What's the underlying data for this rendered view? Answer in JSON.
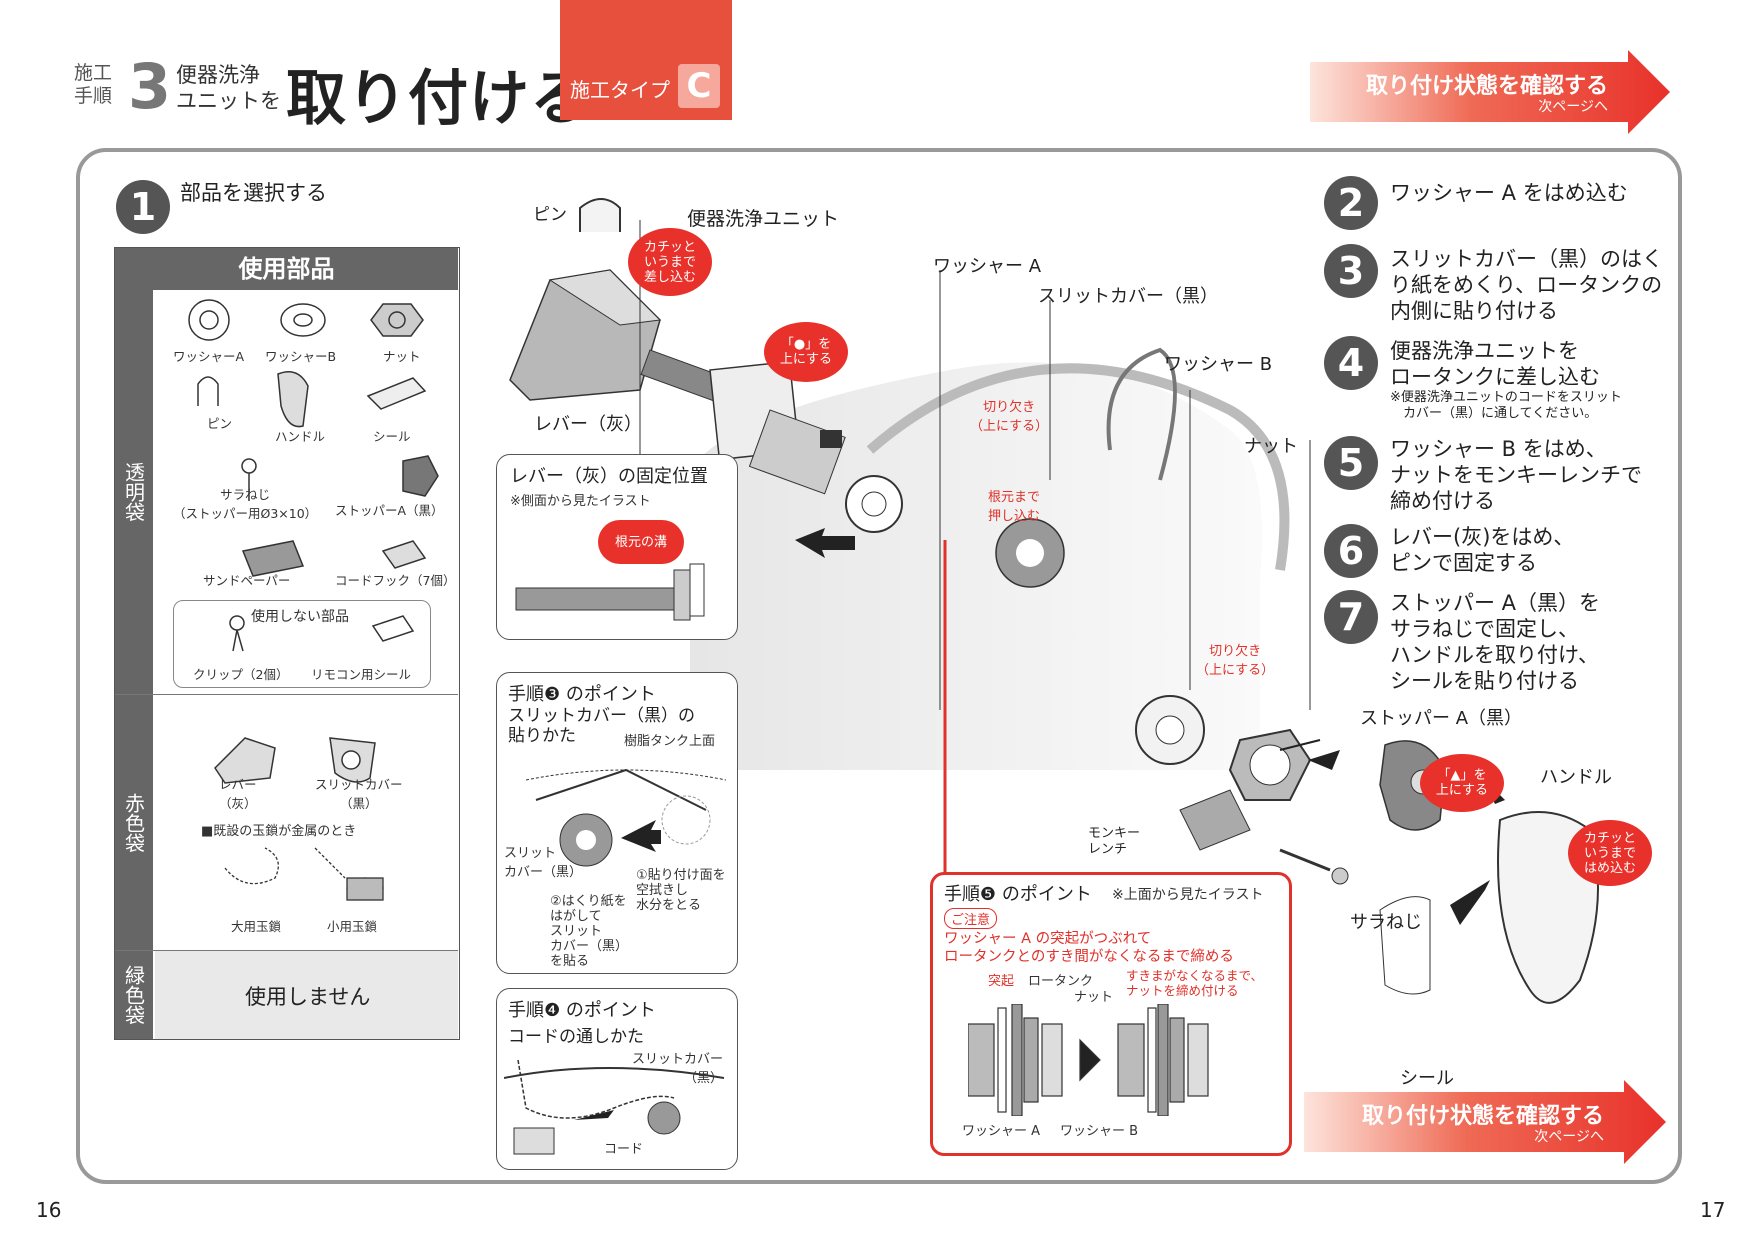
{
  "header": {
    "step_label": "施工\n手順",
    "step_num": "3",
    "unit_label": "便器洗浄\nユニットを",
    "title": "取り付ける",
    "type_label": "施工タイプ",
    "type_letter": "C"
  },
  "next_top": {
    "label": "取り付け状態を確認する",
    "sub": "次ページへ"
  },
  "next_bottom": {
    "label": "取り付け状態を確認する",
    "sub": "次ページへ"
  },
  "step1": {
    "num": "1",
    "title": "部品を選択する"
  },
  "parts_table": {
    "header": "使用部品",
    "sections": [
      "透明袋",
      "赤色袋",
      "緑色袋"
    ],
    "clear_items": [
      "ワッシャーA",
      "ワッシャーB",
      "ナット",
      "ピン",
      "ハンドル",
      "シール",
      "サラねじ\n（ストッパー用Ø3×10）",
      "ストッパーA（黒）",
      "サンドペーパー",
      "コードフック（7個）"
    ],
    "unused_title": "使用しない部品",
    "unused_items": [
      "クリップ（2個）",
      "リモコン用シール"
    ],
    "red_items": [
      "レバー\n（灰）",
      "スリットカバー\n（黒）"
    ],
    "red_note": "■既設の玉鎖が金属のとき",
    "red_chain_items": [
      "大用玉鎖",
      "小用玉鎖"
    ],
    "green_text": "使用しません"
  },
  "steps": [
    {
      "num": "2",
      "text": "ワッシャー A をはめ込む",
      "note": ""
    },
    {
      "num": "3",
      "text": "スリットカバー（黒）のはく\nり紙をめくり、ロータンクの\n内側に貼り付ける",
      "note": ""
    },
    {
      "num": "4",
      "text": "便器洗浄ユニットを\nロータンクに差し込む",
      "note": "※便器洗浄ユニットのコードをスリット\n　カバー（黒）に通してください。"
    },
    {
      "num": "5",
      "text": "ワッシャー B をはめ、\nナットをモンキーレンチで\n締め付ける",
      "note": ""
    },
    {
      "num": "6",
      "text": "レバー(灰)をはめ、\nピンで固定する",
      "note": ""
    },
    {
      "num": "7",
      "text": "ストッパー A（黒）を\nサラねじで固定し、\nハンドルを取り付け、\nシールを貼り付ける",
      "note": ""
    }
  ],
  "callouts": {
    "pin": "ピン",
    "unit": "便器洗浄ユニット",
    "washer_a": "ワッシャー A",
    "slit_cover": "スリットカバー（黒）",
    "washer_b": "ワッシャー B",
    "nut": "ナット",
    "lever": "レバー（灰）",
    "stopper": "ストッパー A（黒）",
    "handle": "ハンドル",
    "screw": "サラねじ",
    "seal": "シール",
    "monkey": "モンキー\nレンチ"
  },
  "bubbles": {
    "pin_click": "カチッと\nいうまで\n差し込む",
    "dot_up": "「●」を\n上にする",
    "triangle_up": "「▲」を\n上にする",
    "handle_click": "カチッと\nいうまで\nはめ込む",
    "root_groove": "根元の溝"
  },
  "red_notes": {
    "notch1": "切り欠き\n（上にする）",
    "push_root": "根元まで\n押し込む",
    "notch2": "切り欠き\n（上にする）"
  },
  "lever_box": {
    "title": "レバー（灰）の固定位置",
    "note": "※側面から見たイラスト"
  },
  "point3": {
    "title": "手順❸ のポイント",
    "subtitle": "スリットカバー（黒）の\n貼りかた",
    "tank_top": "樹脂タンク上面",
    "slit_label": "スリット\nカバー（黒）",
    "step_a": "①貼り付け面を\n空拭きし\n水分をとる",
    "step_b": "②はくり紙を\nはがして\nスリット\nカバー（黒）\nを貼る"
  },
  "point4": {
    "title": "手順❹ のポイント",
    "subtitle": "コードの通しかた",
    "slit_label": "スリットカバー\n（黒）",
    "cord": "コード"
  },
  "point5": {
    "title": "手順❺ のポイント",
    "note": "※上面から見たイラスト",
    "caution": "ご注意",
    "warn": "ワッシャー A の突起がつぶれて\nロータンクとのすき間がなくなるまで締める",
    "protrusion": "突起",
    "low_tank": "ロータンク",
    "nut": "ナット",
    "tighten": "すきまがなくなるまで、\nナットを締め付ける",
    "wa": "ワッシャー A",
    "wb": "ワッシャー B"
  },
  "pages": {
    "left": "16",
    "right": "17"
  },
  "colors": {
    "accent": "#e8312a",
    "gray": "#666666"
  }
}
